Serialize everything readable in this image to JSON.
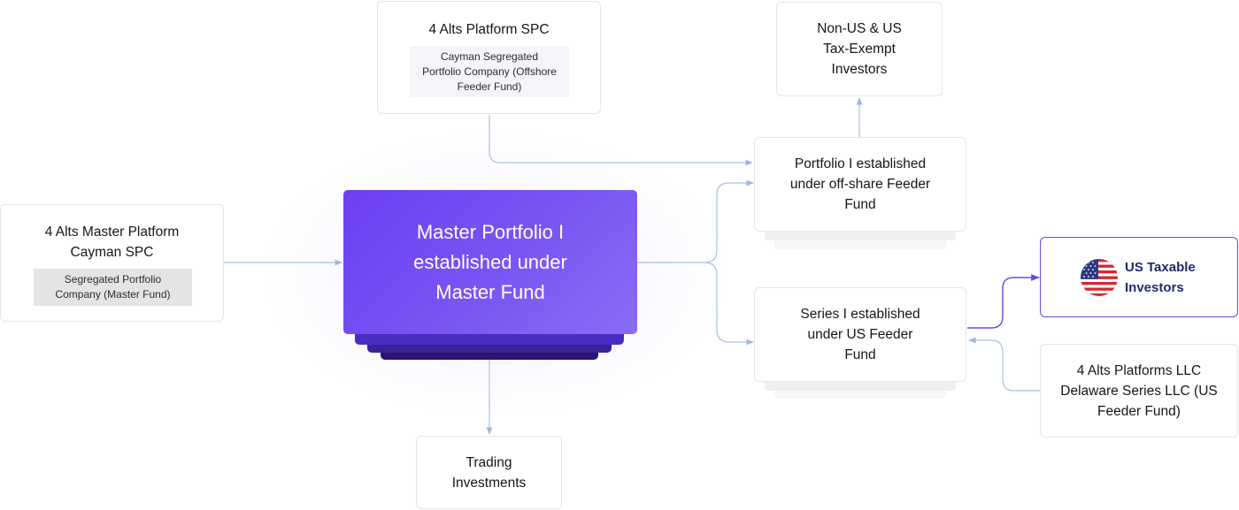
{
  "platform_spc": {
    "title": "4 Alts Platform SPC",
    "subtitle": "Cayman Segregated Portfolio Company (Offshore Feeder Fund)"
  },
  "master_platform": {
    "title": "4 Alts Master Platform Cayman SPC",
    "subtitle": "Segregated Portfolio Company (Master Fund)"
  },
  "master_portfolio": {
    "title": "Master Portfolio I established under Master Fund"
  },
  "trading": {
    "title": "Trading Investments"
  },
  "non_us": {
    "title": "Non-US & US Tax-Exempt Investors"
  },
  "portfolio_i": {
    "title": "Portfolio I established under off-share Feeder Fund"
  },
  "series_i": {
    "title": "Series I established under US Feeder Fund"
  },
  "us_taxable": {
    "title": "US Taxable Investors",
    "icon": "us-flag-icon"
  },
  "alts_llc": {
    "title": "4 Alts Platforms LLC Delaware Series LLC (US Feeder Fund)"
  },
  "colors": {
    "connector": "#a9bfe6",
    "accent": "#6c3ff2",
    "accent_dark": "#2a1670"
  }
}
